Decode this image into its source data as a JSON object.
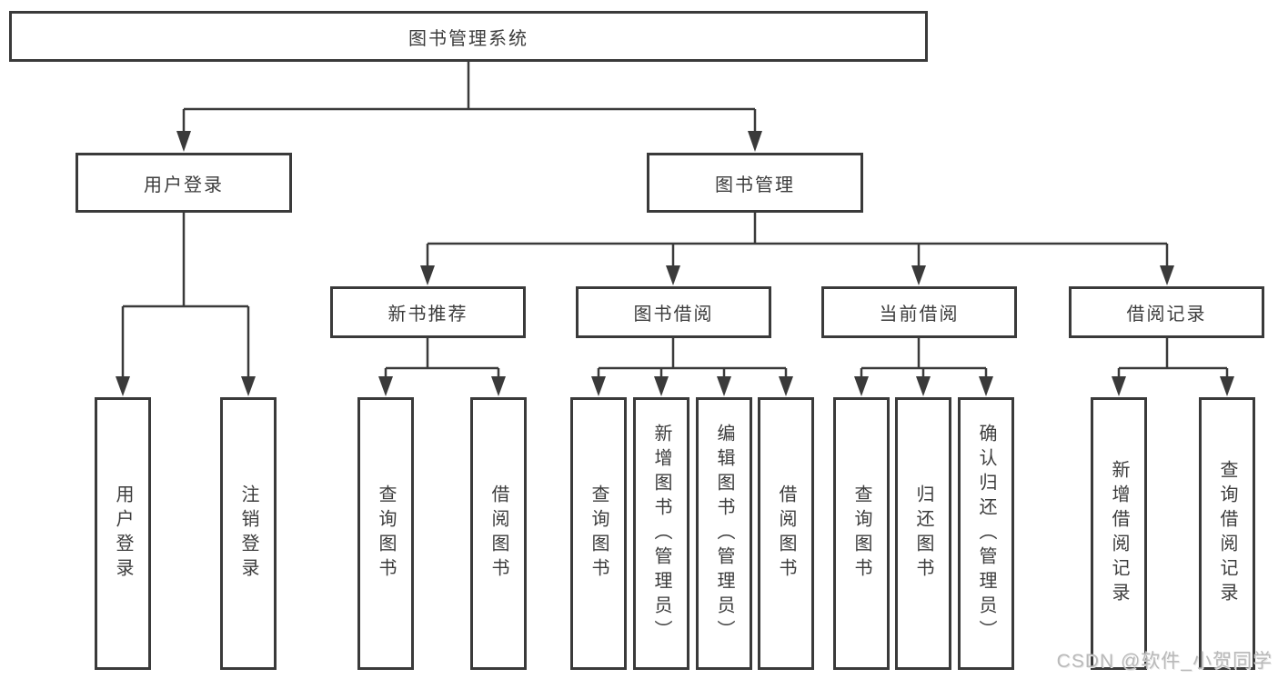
{
  "diagram": {
    "root": {
      "label": "图书管理系统"
    },
    "branches": [
      {
        "label": "用户登录",
        "children": [
          {
            "label": "用户登录"
          },
          {
            "label": "注销登录"
          }
        ]
      },
      {
        "label": "图书管理",
        "children": [
          {
            "label": "新书推荐",
            "children": [
              {
                "label": "查询图书"
              },
              {
                "label": "借阅图书"
              }
            ]
          },
          {
            "label": "图书借阅",
            "children": [
              {
                "label": "查询图书"
              },
              {
                "label": "新增图书（管理员）"
              },
              {
                "label": "编辑图书（管理员）"
              },
              {
                "label": "借阅图书"
              }
            ]
          },
          {
            "label": "当前借阅",
            "children": [
              {
                "label": "查询图书"
              },
              {
                "label": "归还图书"
              },
              {
                "label": "确认归还（管理员）"
              }
            ]
          },
          {
            "label": "借阅记录",
            "children": [
              {
                "label": "新增借阅记录"
              },
              {
                "label": "查询借阅记录"
              }
            ]
          }
        ]
      }
    ]
  },
  "watermark": {
    "text": "CSDN @软件_小贺同学"
  },
  "colors": {
    "line": "#3a3a3a",
    "text": "#3c3c3c",
    "watermark": "#b9b9b9"
  }
}
